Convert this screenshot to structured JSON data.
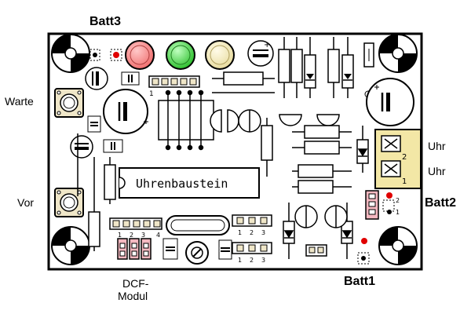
{
  "labels": {
    "batt3": "Batt3",
    "batt1": "Batt1",
    "batt2": "Batt2",
    "warte": "Warte",
    "vor": "Vor",
    "uhr_top": "Uhr",
    "uhr_bottom": "Uhr",
    "dcf_line1": "DCF-",
    "dcf_line2": "Modul"
  },
  "board": {
    "module_label": "Uhrenbaustein",
    "header_pin1": "1",
    "header_pins_dcf": [
      "1",
      "2",
      "3",
      "4"
    ],
    "header_pins_a": [
      "1",
      "2",
      "3"
    ],
    "header_pins_b": [
      "1",
      "2",
      "3"
    ],
    "terminal_pins": [
      "1",
      "2"
    ],
    "batt2_pins": [
      "1",
      "2"
    ],
    "plus": "+"
  },
  "colors": {
    "board_outline": "#000000",
    "led_red": "#f08080",
    "led_green": "#44cc44",
    "led_yellow": "#f4eec0",
    "terminal": "#f3e7a6",
    "jumper_pink": "#f4b8c0",
    "button": "#efe6c8",
    "red_dot": "#e00000"
  }
}
